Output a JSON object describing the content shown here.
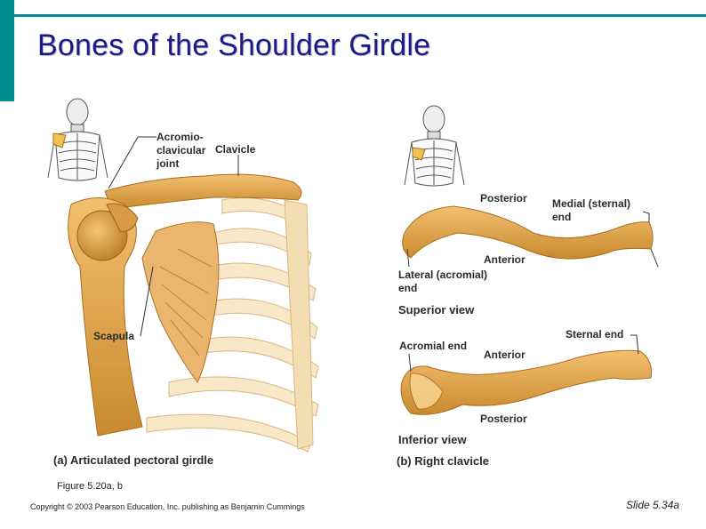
{
  "slide": {
    "title": "Bones of the Shoulder Girdle",
    "figure_ref": "Figure 5.20a, b",
    "copyright": "Copyright © 2003 Pearson Education, Inc. publishing as Benjamin Cummings",
    "slide_number": "Slide 5.34a",
    "accent_color": "#008c8c",
    "title_color": "#1a1a8c"
  },
  "panel_a": {
    "labels": {
      "acromio_1": "Acromio-",
      "acromio_2": "clavicular",
      "acromio_3": "joint",
      "clavicle": "Clavicle",
      "scapula": "Scapula"
    },
    "caption": "(a) Articulated pectoral girdle"
  },
  "panel_b": {
    "superior": {
      "posterior": "Posterior",
      "medial_1": "Medial (sternal)",
      "medial_2": "end",
      "anterior": "Anterior",
      "lateral_1": "Lateral (acromial)",
      "lateral_2": "end",
      "view": "Superior view"
    },
    "inferior": {
      "acromial": "Acromial end",
      "anterior": "Anterior",
      "sternal": "Sternal end",
      "posterior": "Posterior",
      "view": "Inferior view"
    },
    "caption": "(b) Right clavicle"
  }
}
